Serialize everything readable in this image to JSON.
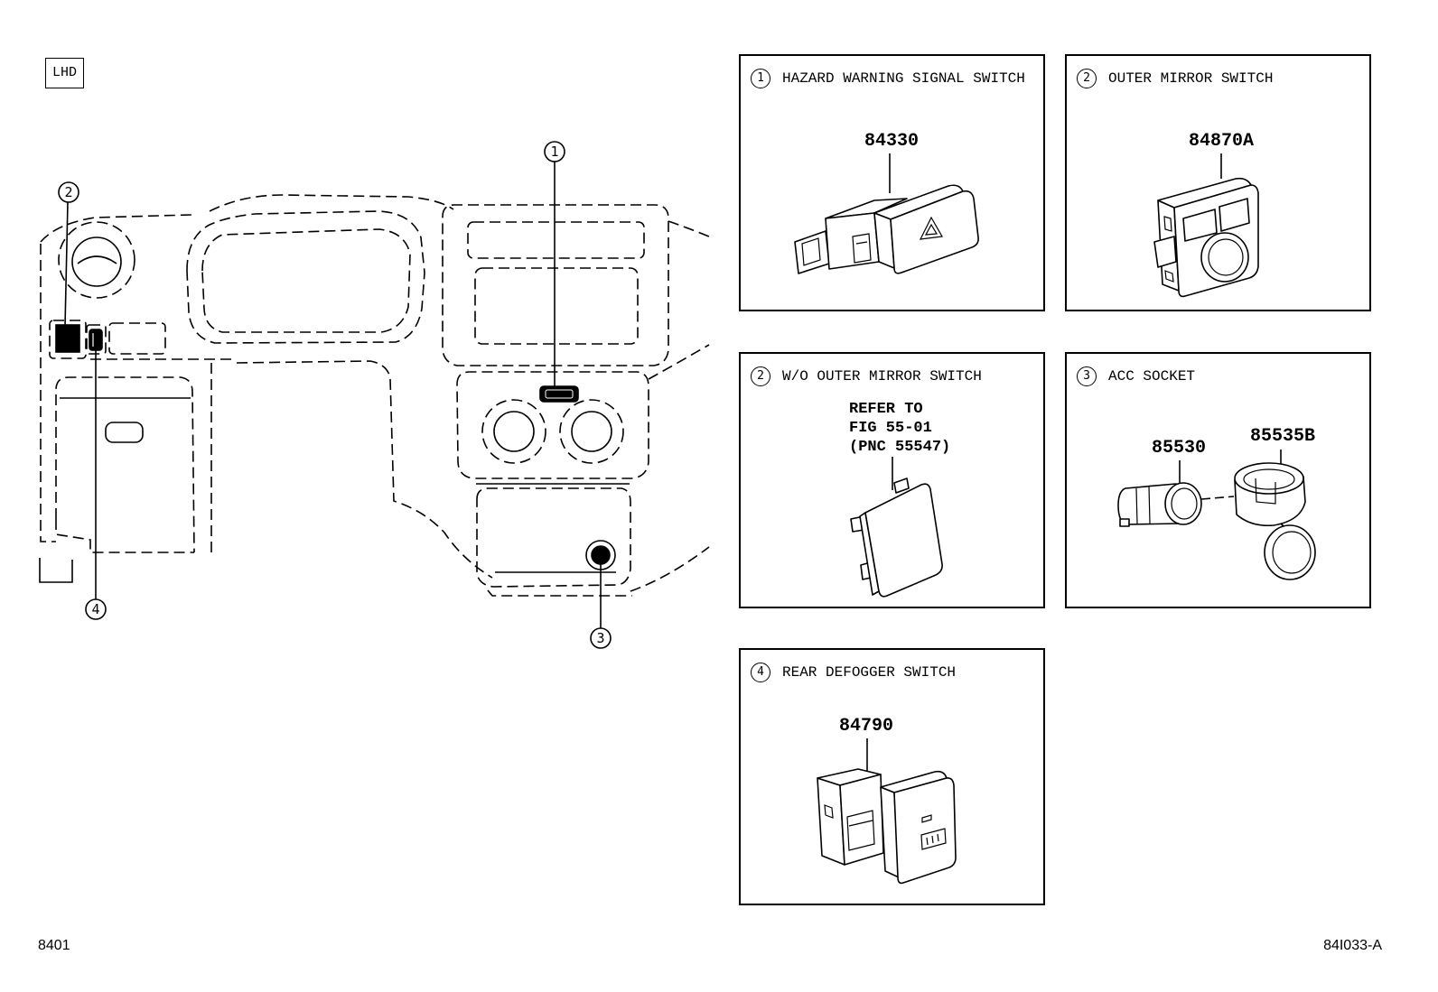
{
  "page": {
    "lhd_label": "LHD",
    "figure_code": "8401",
    "illustration_code": "84I033-A"
  },
  "diagram": {
    "callouts": [
      {
        "number": "1"
      },
      {
        "number": "2"
      },
      {
        "number": "3"
      },
      {
        "number": "4"
      }
    ]
  },
  "panels": [
    {
      "number": "1",
      "title": "HAZARD WARNING SIGNAL SWITCH",
      "parts": [
        "84330"
      ],
      "icon": "hazard-triangle-icon"
    },
    {
      "number": "2",
      "title": "OUTER MIRROR SWITCH",
      "parts": [
        "84870A"
      ]
    },
    {
      "number": "2",
      "title": "W/O OUTER MIRROR SWITCH",
      "note": [
        "REFER TO",
        "FIG 55-01",
        "(PNC 55547)"
      ]
    },
    {
      "number": "3",
      "title": "ACC SOCKET",
      "parts": [
        "85530",
        "85535B"
      ]
    },
    {
      "number": "4",
      "title": "REAR DEFOGGER SWITCH",
      "parts": [
        "84790"
      ],
      "icon": "rear-defogger-icon"
    }
  ],
  "colors": {
    "ink": "#000000",
    "background": "#ffffff"
  }
}
